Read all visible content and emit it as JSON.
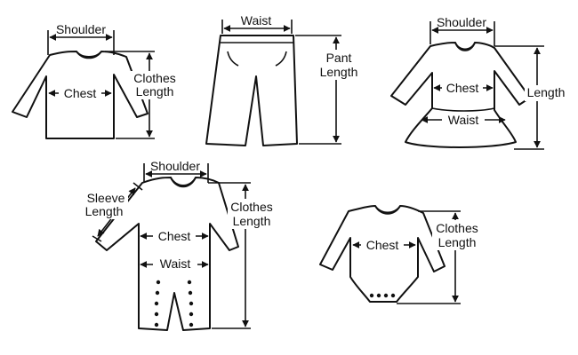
{
  "colors": {
    "ink": "#111111",
    "background": "#ffffff"
  },
  "shirt": {
    "shoulder": "Shoulder",
    "chest": "Chest",
    "length_line1": "Clothes",
    "length_line2": "Length"
  },
  "pants": {
    "waist": "Waist",
    "length_line1": "Pant",
    "length_line2": "Length"
  },
  "dress": {
    "shoulder": "Shoulder",
    "chest": "Chest",
    "waist": "Waist",
    "length": "Length"
  },
  "romper": {
    "shoulder": "Shoulder",
    "sleeve_line1": "Sleeve",
    "sleeve_line2": "Length",
    "chest": "Chest",
    "waist": "Waist",
    "length_line1": "Clothes",
    "length_line2": "Length"
  },
  "bodysuit": {
    "chest": "Chest",
    "length_line1": "Clothes",
    "length_line2": "Length"
  }
}
